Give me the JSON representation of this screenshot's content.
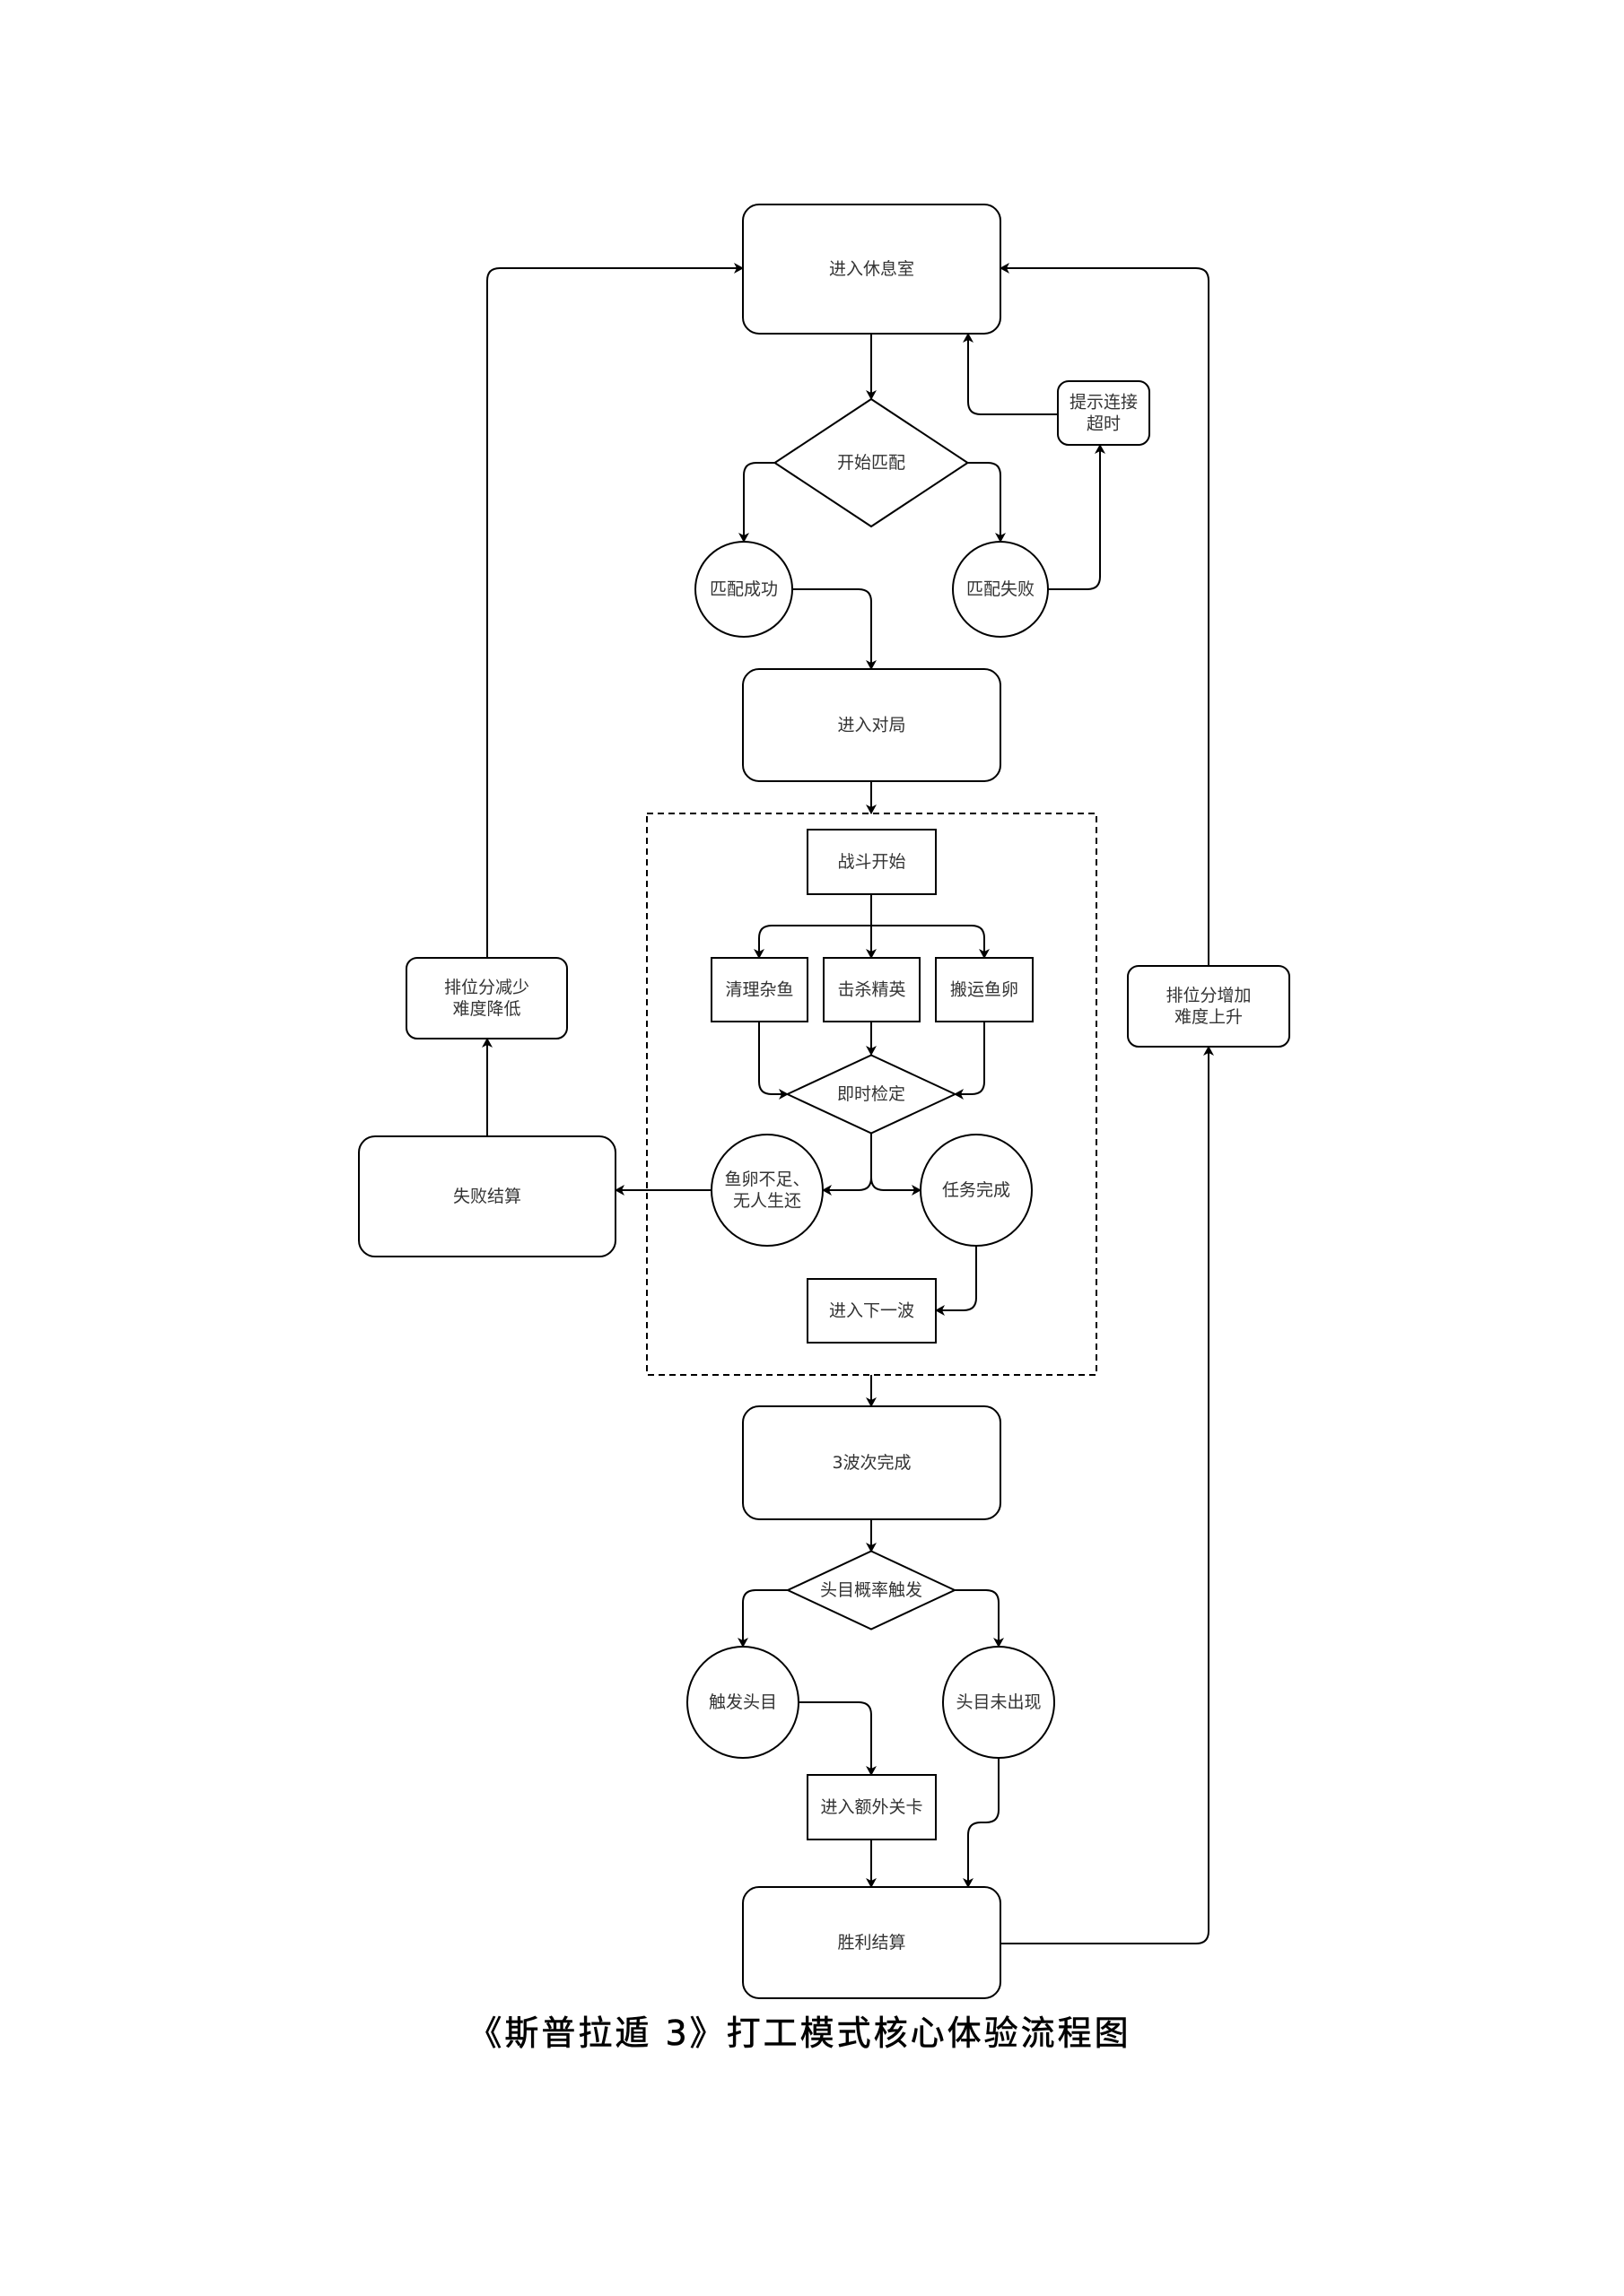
{
  "diagram": {
    "type": "flowchart",
    "caption": "《斯普拉遁 3》打工模式核心体验流程图",
    "colors": {
      "stroke": "#000000",
      "fill": "#ffffff",
      "text": "#333333"
    },
    "group": {
      "id": "wave_loop",
      "label": "",
      "style": "dashed"
    },
    "nodes": [
      {
        "id": "lobby",
        "shape": "rounded-rect",
        "lines": [
          "进入休息室"
        ]
      },
      {
        "id": "start_match",
        "shape": "diamond",
        "lines": [
          "开始匹配"
        ]
      },
      {
        "id": "match_ok",
        "shape": "circle",
        "lines": [
          "匹配成功"
        ]
      },
      {
        "id": "match_fail",
        "shape": "circle",
        "lines": [
          "匹配失败"
        ]
      },
      {
        "id": "timeout",
        "shape": "rounded-rect",
        "lines": [
          "提示连接",
          "超时"
        ]
      },
      {
        "id": "enter_game",
        "shape": "rounded-rect",
        "lines": [
          "进入对局"
        ]
      },
      {
        "id": "battle_start",
        "shape": "rect",
        "group": "wave_loop",
        "lines": [
          "战斗开始"
        ]
      },
      {
        "id": "clear_fish",
        "shape": "rect",
        "group": "wave_loop",
        "lines": [
          "清理杂鱼"
        ]
      },
      {
        "id": "kill_elite",
        "shape": "rect",
        "group": "wave_loop",
        "lines": [
          "击杀精英"
        ]
      },
      {
        "id": "carry_eggs",
        "shape": "rect",
        "group": "wave_loop",
        "lines": [
          "搬运鱼卵"
        ]
      },
      {
        "id": "instant_check",
        "shape": "diamond",
        "group": "wave_loop",
        "lines": [
          "即时检定"
        ]
      },
      {
        "id": "fail_cond",
        "shape": "circle",
        "group": "wave_loop",
        "lines": [
          "鱼卵不足、",
          "无人生还"
        ]
      },
      {
        "id": "task_done",
        "shape": "circle",
        "group": "wave_loop",
        "lines": [
          "任务完成"
        ]
      },
      {
        "id": "next_wave",
        "shape": "rect",
        "group": "wave_loop",
        "lines": [
          "进入下一波"
        ]
      },
      {
        "id": "fail_settle",
        "shape": "rounded-rect",
        "lines": [
          "失败结算"
        ]
      },
      {
        "id": "rank_down",
        "shape": "rounded-rect",
        "lines": [
          "排位分减少",
          "难度降低"
        ]
      },
      {
        "id": "three_waves",
        "shape": "rounded-rect",
        "lines": [
          "3波次完成"
        ]
      },
      {
        "id": "boss_chance",
        "shape": "diamond",
        "lines": [
          "头目概率触发"
        ]
      },
      {
        "id": "boss_on",
        "shape": "circle",
        "lines": [
          "触发头目"
        ]
      },
      {
        "id": "boss_off",
        "shape": "circle",
        "lines": [
          "头目未出现"
        ]
      },
      {
        "id": "extra_stage",
        "shape": "rect",
        "lines": [
          "进入额外关卡"
        ]
      },
      {
        "id": "win_settle",
        "shape": "rounded-rect",
        "lines": [
          "胜利结算"
        ]
      },
      {
        "id": "rank_up",
        "shape": "rounded-rect",
        "lines": [
          "排位分增加",
          "难度上升"
        ]
      }
    ],
    "edges": [
      {
        "from": "lobby",
        "to": "start_match"
      },
      {
        "from": "start_match",
        "to": "match_ok"
      },
      {
        "from": "start_match",
        "to": "match_fail"
      },
      {
        "from": "match_fail",
        "to": "timeout"
      },
      {
        "from": "timeout",
        "to": "lobby"
      },
      {
        "from": "match_ok",
        "to": "enter_game"
      },
      {
        "from": "enter_game",
        "to": "wave_loop"
      },
      {
        "from": "battle_start",
        "to": "clear_fish"
      },
      {
        "from": "battle_start",
        "to": "kill_elite"
      },
      {
        "from": "battle_start",
        "to": "carry_eggs"
      },
      {
        "from": "clear_fish",
        "to": "instant_check"
      },
      {
        "from": "kill_elite",
        "to": "instant_check"
      },
      {
        "from": "carry_eggs",
        "to": "instant_check"
      },
      {
        "from": "instant_check",
        "to": "fail_cond"
      },
      {
        "from": "instant_check",
        "to": "task_done"
      },
      {
        "from": "task_done",
        "to": "next_wave"
      },
      {
        "from": "fail_cond",
        "to": "fail_settle"
      },
      {
        "from": "fail_settle",
        "to": "rank_down"
      },
      {
        "from": "rank_down",
        "to": "lobby"
      },
      {
        "from": "wave_loop",
        "to": "three_waves"
      },
      {
        "from": "three_waves",
        "to": "boss_chance"
      },
      {
        "from": "boss_chance",
        "to": "boss_on"
      },
      {
        "from": "boss_chance",
        "to": "boss_off"
      },
      {
        "from": "boss_on",
        "to": "extra_stage"
      },
      {
        "from": "extra_stage",
        "to": "win_settle"
      },
      {
        "from": "boss_off",
        "to": "win_settle"
      },
      {
        "from": "win_settle",
        "to": "rank_up"
      },
      {
        "from": "rank_up",
        "to": "lobby"
      }
    ]
  }
}
